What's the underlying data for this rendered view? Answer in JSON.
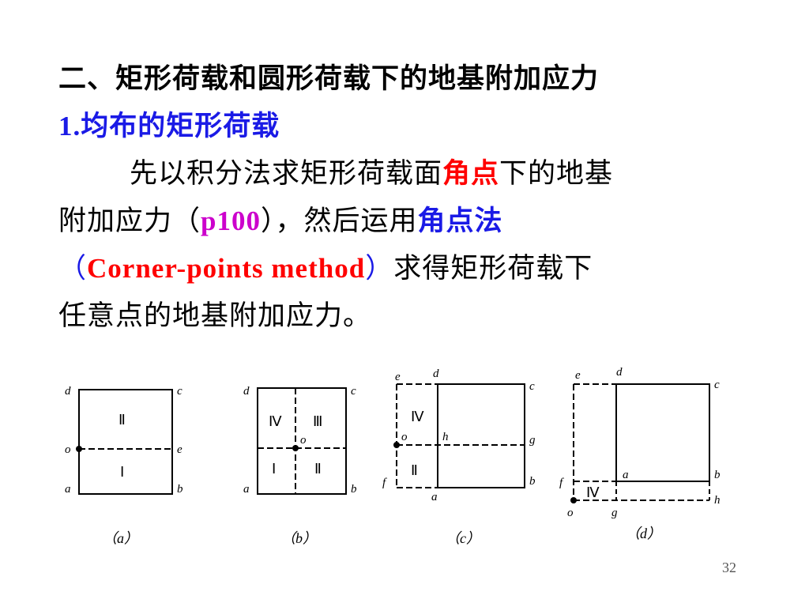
{
  "title": "二、矩形荷载和圆形荷载下的地基附加应力",
  "subtitle": {
    "number": "1.",
    "text": "均布的矩形荷载"
  },
  "paragraph": {
    "l1_a": "先以积分法求矩形荷载面",
    "l1_red": "角点",
    "l1_b": "下的地基",
    "l2_a": "附加应力（",
    "l2_ref": "p100",
    "l2_b": "），然后运用",
    "l2_blue": "角点法",
    "l3_open": "（",
    "l3_method": "Corner-points method",
    "l3_close": "）",
    "l3_b": "求得矩形荷载下",
    "l4": "任意点的地基附加应力。"
  },
  "figures": {
    "a": {
      "labels": {
        "d": "d",
        "c": "c",
        "o": "o",
        "e": "e",
        "a": "a",
        "b": "b"
      },
      "regions": [
        "Ⅱ",
        "Ⅰ"
      ],
      "caption": "（a）"
    },
    "b": {
      "labels": {
        "d": "d",
        "c": "c",
        "o": "o",
        "a": "a",
        "b": "b"
      },
      "regions": [
        "Ⅳ",
        "Ⅲ",
        "Ⅰ",
        "Ⅱ"
      ],
      "caption": "（b）"
    },
    "c": {
      "labels": {
        "e": "e",
        "d": "d",
        "c": "c",
        "o": "o",
        "h": "h",
        "g": "g",
        "f": "f",
        "b": "b",
        "a": "a"
      },
      "regions": [
        "Ⅳ",
        "Ⅱ"
      ],
      "caption": "（c）"
    },
    "d": {
      "labels": {
        "e": "e",
        "d": "d",
        "c": "c",
        "f": "f",
        "a": "a",
        "b": "b",
        "h": "h",
        "o": "o",
        "g": "g"
      },
      "regions": [
        "Ⅳ"
      ],
      "caption": "（d）"
    }
  },
  "page_number": "32"
}
